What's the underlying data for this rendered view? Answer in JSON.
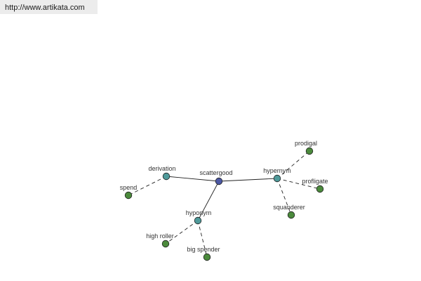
{
  "banner": {
    "url_text": "http://www.artikata.com"
  },
  "colors": {
    "center_node": "#4b57a3",
    "relation_node": "#4f9a9a",
    "word_node": "#4b8a3c",
    "edge": "#222222",
    "label": "#333333"
  },
  "graph": {
    "nodes": [
      {
        "id": "scattergood",
        "label": "scattergood",
        "kind": "center"
      },
      {
        "id": "derivation",
        "label": "derivation",
        "kind": "relation"
      },
      {
        "id": "hypernym",
        "label": "hypernym",
        "kind": "relation"
      },
      {
        "id": "hyponym",
        "label": "hyponym",
        "kind": "relation"
      },
      {
        "id": "spend",
        "label": "spend",
        "kind": "word"
      },
      {
        "id": "prodigal",
        "label": "prodigal",
        "kind": "word"
      },
      {
        "id": "profligate",
        "label": "profligate",
        "kind": "word"
      },
      {
        "id": "squanderer",
        "label": "squanderer",
        "kind": "word"
      },
      {
        "id": "high-roller",
        "label": "high roller",
        "kind": "word"
      },
      {
        "id": "big-spender",
        "label": "big spender",
        "kind": "word"
      }
    ],
    "edges": [
      {
        "from": "scattergood",
        "to": "derivation",
        "style": "solid"
      },
      {
        "from": "scattergood",
        "to": "hypernym",
        "style": "solid"
      },
      {
        "from": "scattergood",
        "to": "hyponym",
        "style": "solid"
      },
      {
        "from": "derivation",
        "to": "spend",
        "style": "dashed"
      },
      {
        "from": "hypernym",
        "to": "prodigal",
        "style": "dashed"
      },
      {
        "from": "hypernym",
        "to": "profligate",
        "style": "dashed"
      },
      {
        "from": "hypernym",
        "to": "squanderer",
        "style": "dashed"
      },
      {
        "from": "hyponym",
        "to": "high-roller",
        "style": "dashed"
      },
      {
        "from": "hyponym",
        "to": "big-spender",
        "style": "dashed"
      }
    ]
  }
}
